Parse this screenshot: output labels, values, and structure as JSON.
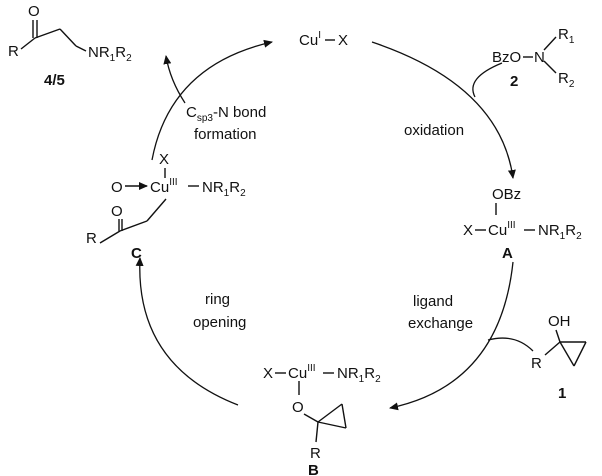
{
  "catalyst": {
    "metal": "Cu",
    "ox": "I",
    "ligand": "X"
  },
  "reagent2": {
    "bzo": "BzO",
    "n": "N",
    "r1": "R",
    "r1sub": "1",
    "r2": "R",
    "r2sub": "2",
    "label": "2"
  },
  "steps": {
    "oxidation": "oxidation",
    "ligand_exchange_1": "ligand",
    "ligand_exchange_2": "exchange",
    "ring_opening_1": "ring",
    "ring_opening_2": "opening",
    "bond_formation_c": "C",
    "bond_formation_sub": "sp3",
    "bond_formation_rest": "-N bond",
    "bond_formation_2": "formation"
  },
  "intermediateA": {
    "obz": "OBz",
    "x": "X",
    "cu": "Cu",
    "ox": "III",
    "nr": "NR",
    "s1": "1",
    "r": "R",
    "s2": "2",
    "label": "A"
  },
  "reagent1": {
    "oh": "OH",
    "r": "R",
    "label": "1"
  },
  "intermediateB": {
    "x": "X",
    "cu": "Cu",
    "ox": "III",
    "nr": "NR",
    "s1": "1",
    "r": "R",
    "s2": "2",
    "o": "O",
    "rsub": "R",
    "label": "B"
  },
  "intermediateC": {
    "x": "X",
    "o": "O",
    "cu": "Cu",
    "ox": "III",
    "nr": "NR",
    "s1": "1",
    "r": "R",
    "s2": "2",
    "o2": "O",
    "rsub": "R",
    "label": "C"
  },
  "product": {
    "o": "O",
    "r": "R",
    "nr": "NR",
    "s1": "1",
    "rr": "R",
    "s2": "2",
    "label": "4/5"
  }
}
